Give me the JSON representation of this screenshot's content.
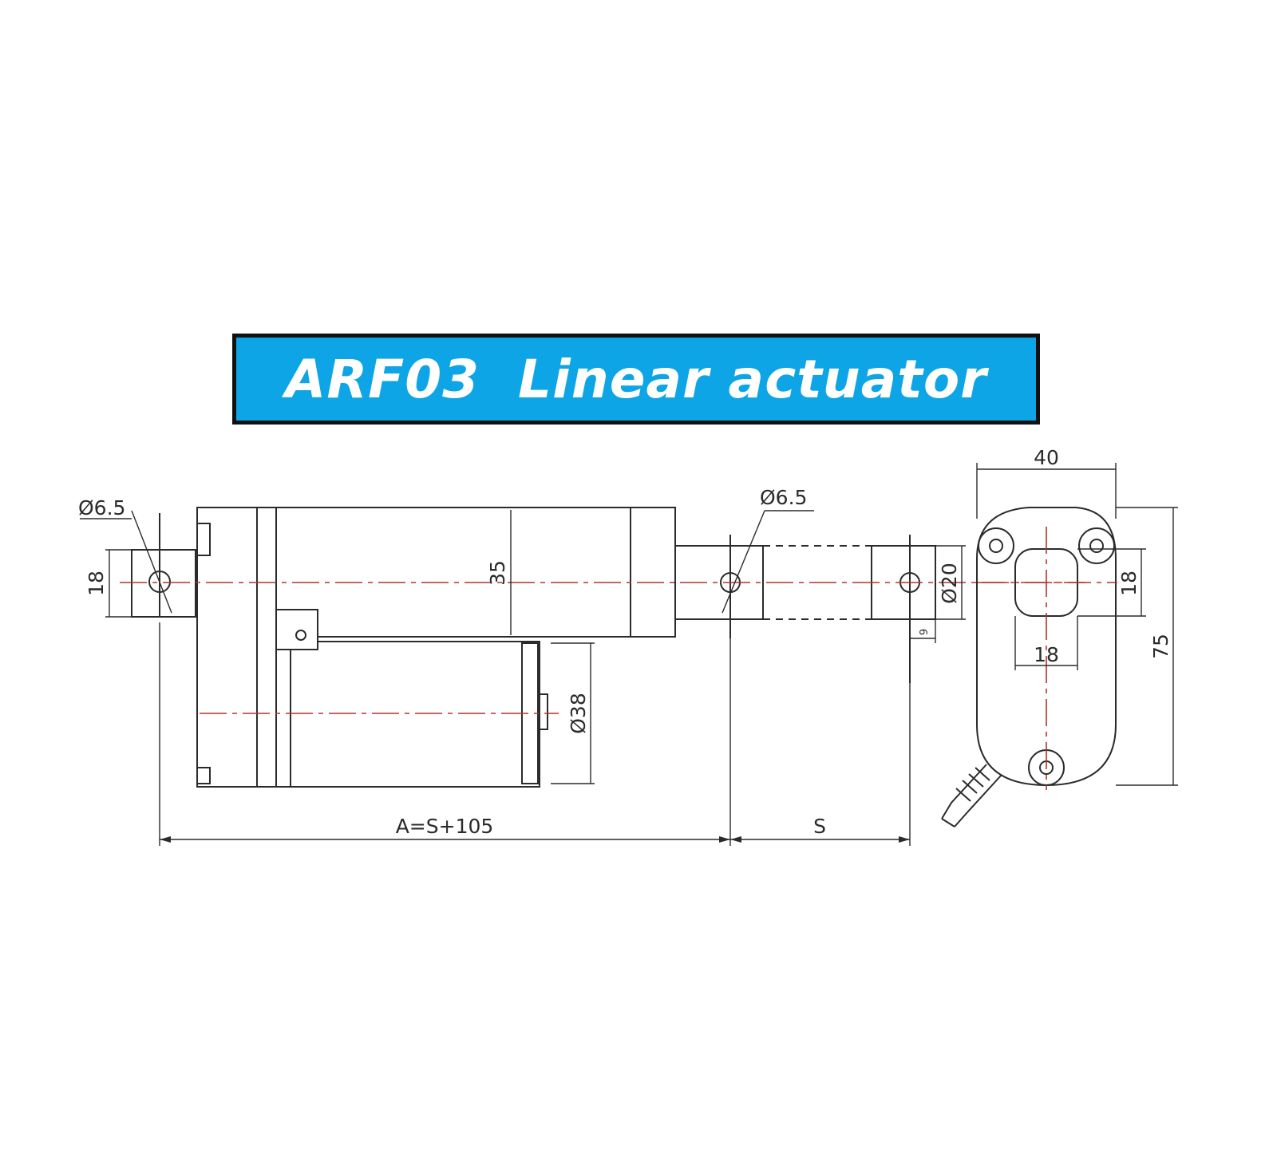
{
  "banner": {
    "text": "ARF03  Linear actuator",
    "background": "#0ea5e6",
    "border_color": "#111111"
  },
  "dimensions": {
    "rear_hole_diameter": "Ø6.5",
    "rear_clevis_height": "18",
    "body_diameter": "35",
    "front_hole_diameter": "Ø6.5",
    "rod_end_diameter": "Ø20",
    "rod_end_offset": "9",
    "motor_diameter": "Ø38",
    "retracted_length": "A=S+105",
    "stroke": "S",
    "gearbox_width": "40",
    "slot_height": "18",
    "slot_width": "18",
    "gearbox_height": "75"
  },
  "colors": {
    "line": "#2b2b2b",
    "centerline": "#b0352f"
  }
}
